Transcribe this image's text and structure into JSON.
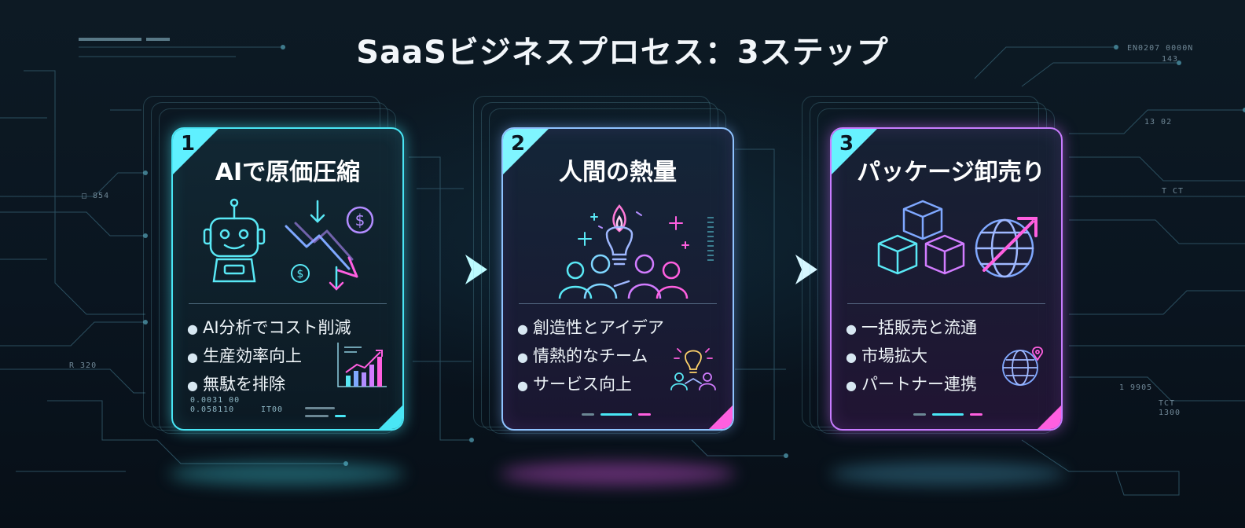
{
  "title": "SaaSビジネスプロセス：3ステップ",
  "micro_text": {
    "left_mid": "□ 854",
    "left_low": "R 320",
    "card1_code_a": "0.0031 00",
    "card1_code_b": "0.058110",
    "card1_code_c": "IT00",
    "right_top": "EN0207 0000N",
    "right_top_b": "143",
    "right_mid": "13 02",
    "right_mid_b": "T CT",
    "right_low_a": "1 9905",
    "right_low_b": "TCT",
    "right_low_c": "1300"
  },
  "steps": [
    {
      "number": "1",
      "title": "AIで原価圧縮",
      "bullets": [
        "AI分析でコスト削減",
        "生産効率向上",
        "無駄を排除"
      ],
      "icons": [
        "robot-icon",
        "downtrend-arrow-icon",
        "dollar-coin-icon",
        "bar-chart-icon"
      ]
    },
    {
      "number": "2",
      "title": "人間の熱量",
      "bullets": [
        "創造性とアイデア",
        "情熱的なチーム",
        "サービス向上"
      ],
      "icons": [
        "flame-lightbulb-icon",
        "team-people-icon",
        "sparkle-icon",
        "idea-team-icon"
      ]
    },
    {
      "number": "3",
      "title": "パッケージ卸売り",
      "bullets": [
        "一括販売と流通",
        "市場拡大",
        "パートナー連携"
      ],
      "icons": [
        "boxes-icon",
        "globe-arrow-icon",
        "globe-pin-icon"
      ]
    }
  ],
  "colors": {
    "cyan": "#49e6f5",
    "magenta": "#ff5fe0",
    "violet": "#c87cff",
    "background": "#0b1620"
  }
}
